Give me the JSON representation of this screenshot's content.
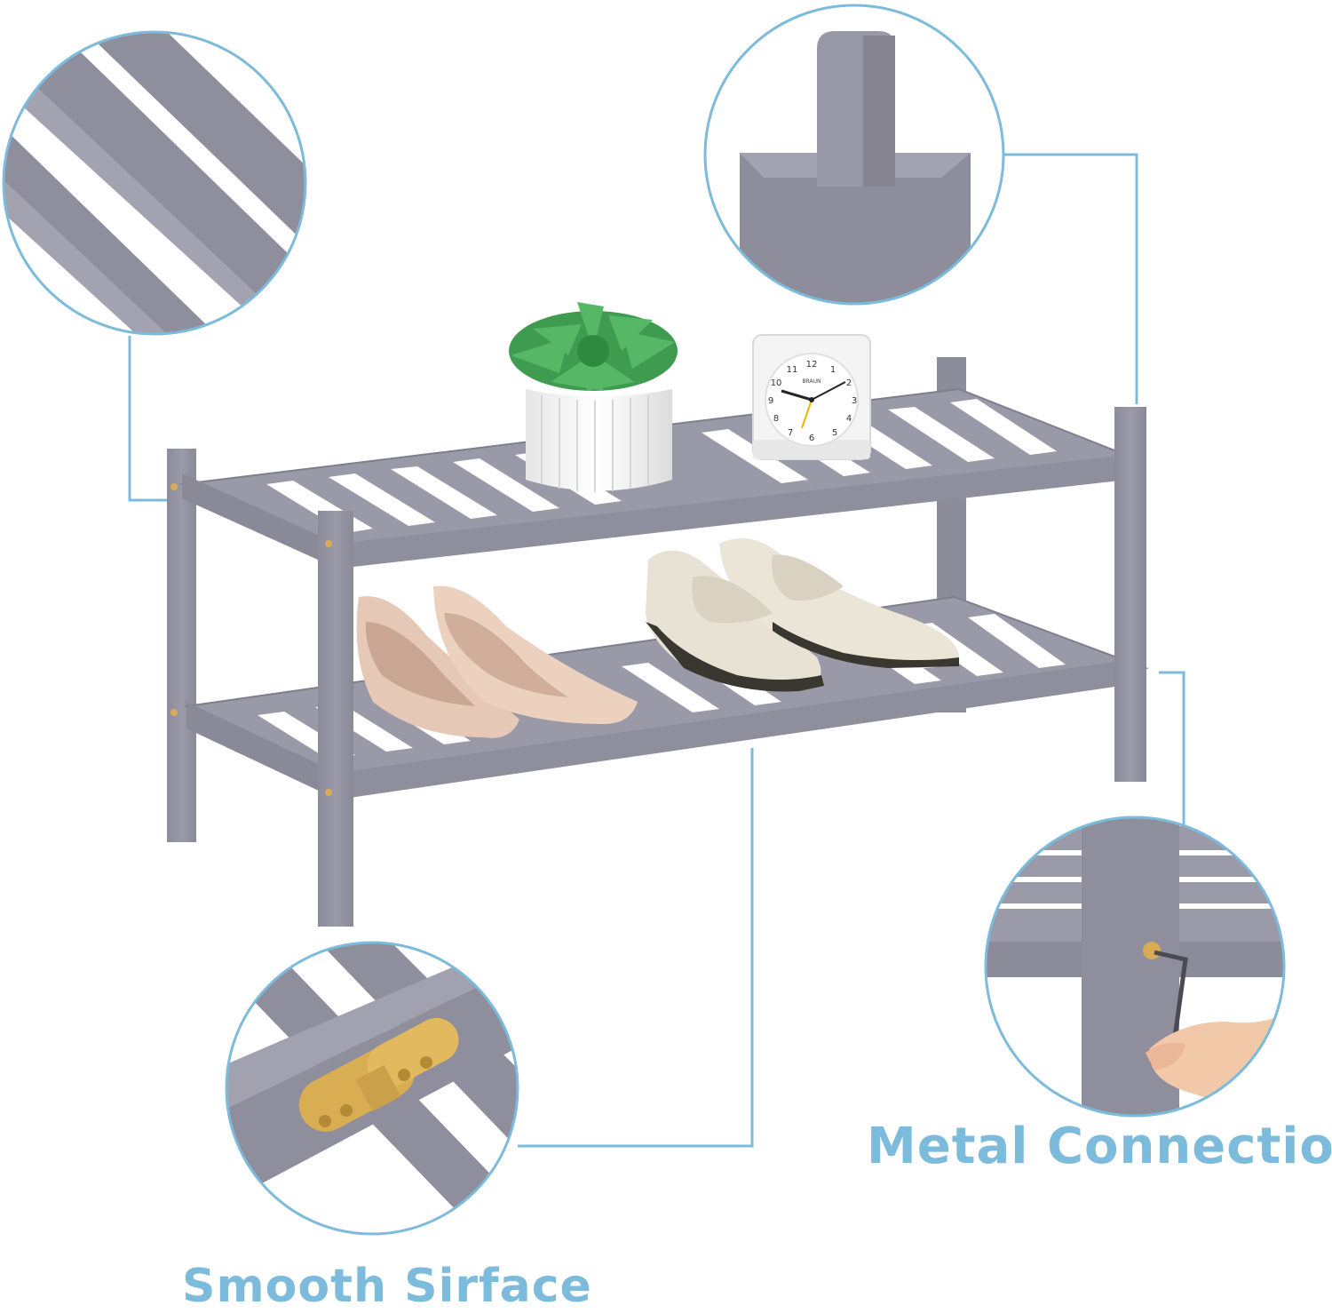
{
  "captions": {
    "metal_connection": "Metal Connection",
    "smooth_surface": "Smooth Sirface"
  },
  "clock": {
    "brand": "BRAUN",
    "numerals": [
      "12",
      "1",
      "2",
      "3",
      "4",
      "5",
      "6",
      "7",
      "8",
      "9",
      "10",
      "11"
    ]
  },
  "colors": {
    "accent": "#7cbbdb",
    "wood_gray": "#8f8e9c",
    "wood_dark": "#7d7c8a",
    "brass": "#d8ac52",
    "background": "#ffffff"
  }
}
